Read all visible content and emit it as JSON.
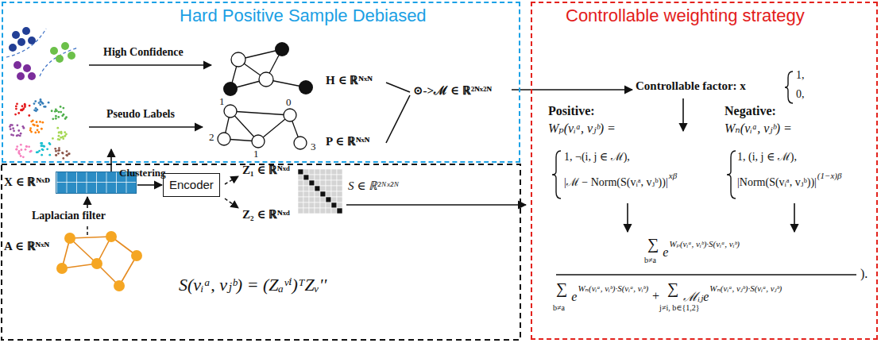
{
  "diagram": {
    "nodes": [
      {
        "text": [
          "Hard Positive Sample Debiased"
        ]
      },
      {
        "text": [
          "Controllable weighting strategy"
        ]
      },
      {
        "text": [
          "X ∈ ℝᴺˣᴰ"
        ]
      },
      {
        "text": [
          "Encoder"
        ]
      }
    ],
    "edges": [
      {
        "from": 2,
        "to": 3,
        "arrow": "to"
      }
    ],
    "labels": [
      "High Confidence",
      "H ∈ ℝᴺˣᴺ",
      "Pseudo Labels",
      "1",
      "0",
      "2",
      "1",
      "3",
      "P ∈ ℝᴺˣᴺ",
      "⊙->ℳ ∈ ℝ²ᴺˣ²ᴺ",
      "Clustering",
      "Laplacian filter",
      "A ∈ ℝᴺˣᴺ",
      "Z₁ ∈ ℝᴺˣᵈ",
      "Z₂ ∈ ℝᴺˣᵈ",
      "S ∈ ℝ²ᴺˣ²ᴺ",
      "S(vᵢᵃ, vⱼᵇ) = (Zₐᵛⁱ)ᵀZᵥ''",
      "Controllable factor: x",
      "1,",
      "0,",
      "Positive:",
      "Negative:",
      "Wₚ(vᵢᵃ, vⱼᵇ) =",
      "Wₙ(vᵢᵃ, vⱼᵇ) =",
      "1, ¬(i, j ∈ ℳ),",
      "|ℳ − Norm(S(vᵢᵃ, vⱼᵇ))|",
      "xβ",
      "1, (i, j ∈ ℳ),",
      "|Norm(S(vᵢᵃ, vⱼᵇ))|",
      "(1−x)β",
      "∑",
      "b≠a",
      "e",
      "Wₚ(vᵢᵃ, vᵢᵇ)·S(vᵢᵃ, vᵢᵇ)",
      "∑",
      "b≠a",
      "e",
      "Wₙ(vᵢᵃ, vᵢᵇ)·S(vᵢᵃ, vᵢᵇ)",
      "+",
      "∑",
      "j≠i, b∈{1,2}",
      "ℳᵢⱼe",
      "Wₙ(vᵢᵃ, vⱼᵇ)·S(vᵢᵃ, vⱼᵇ)",
      ")."
    ]
  }
}
